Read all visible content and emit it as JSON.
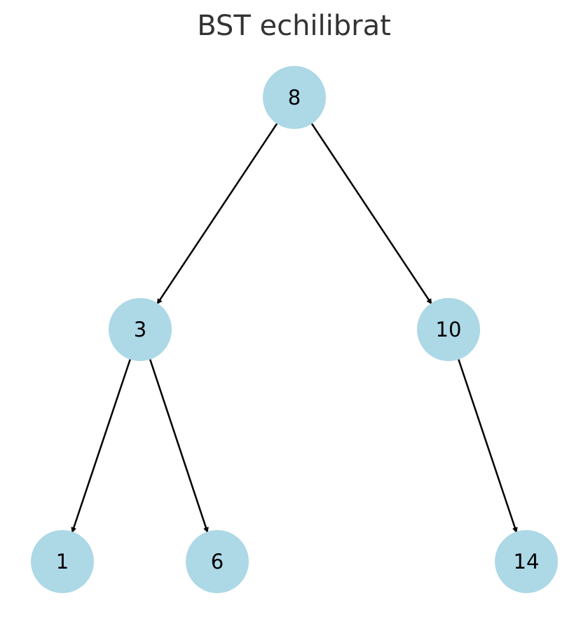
{
  "diagram": {
    "title": "BST echilibrat",
    "node_color": "#add8e6",
    "edge_color": "#000000",
    "nodes": [
      {
        "id": "n8",
        "label": "8"
      },
      {
        "id": "n3",
        "label": "3"
      },
      {
        "id": "n10",
        "label": "10"
      },
      {
        "id": "n1",
        "label": "1"
      },
      {
        "id": "n6",
        "label": "6"
      },
      {
        "id": "n14",
        "label": "14"
      }
    ],
    "edges": [
      {
        "from": "n8",
        "to": "n3"
      },
      {
        "from": "n8",
        "to": "n10"
      },
      {
        "from": "n3",
        "to": "n1"
      },
      {
        "from": "n3",
        "to": "n6"
      },
      {
        "from": "n10",
        "to": "n14"
      }
    ]
  }
}
